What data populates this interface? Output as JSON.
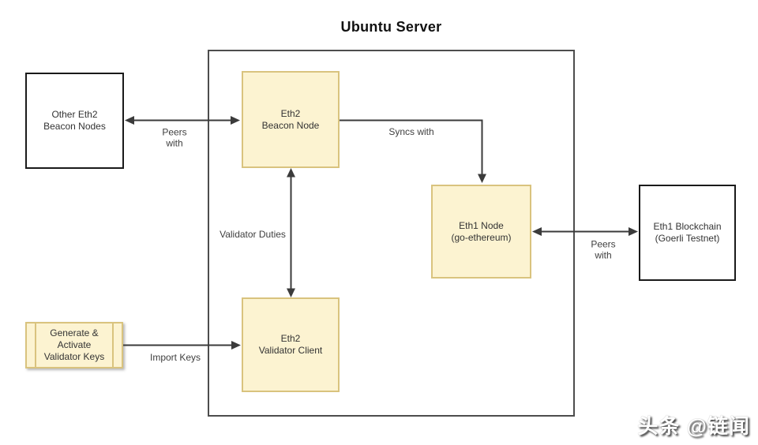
{
  "title": "Ubuntu Server",
  "diagram": {
    "nodes": {
      "other_eth2": {
        "label": "Other Eth2\nBeacon Nodes"
      },
      "beacon": {
        "label": "Eth2\nBeacon Node"
      },
      "eth1_node": {
        "label": "Eth1 Node\n(go-ethereum)"
      },
      "validator_client": {
        "label": "Eth2\nValidator Client"
      },
      "gen_keys": {
        "label": "Generate &\nActivate\nValidator Keys"
      },
      "eth1_chain": {
        "label": "Eth1 Blockchain\n(Goerli Testnet)"
      }
    },
    "edges": {
      "peers_left": {
        "label": "Peers\nwith",
        "direction": "bidirectional"
      },
      "syncs": {
        "label": "Syncs with",
        "direction": "beacon-to-eth1-node"
      },
      "validator_duties": {
        "label": "Validator Duties",
        "direction": "bidirectional"
      },
      "import_keys": {
        "label": "Import Keys",
        "direction": "gen-keys-to-validator-client"
      },
      "peers_right": {
        "label": "Peers\nwith",
        "direction": "bidirectional"
      }
    }
  },
  "watermark": {
    "text": "头条 @链闻"
  },
  "colors": {
    "node_fill_yellow": "#fcf3d1",
    "node_border_yellow": "#d9c37e",
    "node_border_dark": "#1a1a1a",
    "boundary_border": "#4d4d4d",
    "arrow": "#3b3b3b",
    "text": "#333333"
  }
}
